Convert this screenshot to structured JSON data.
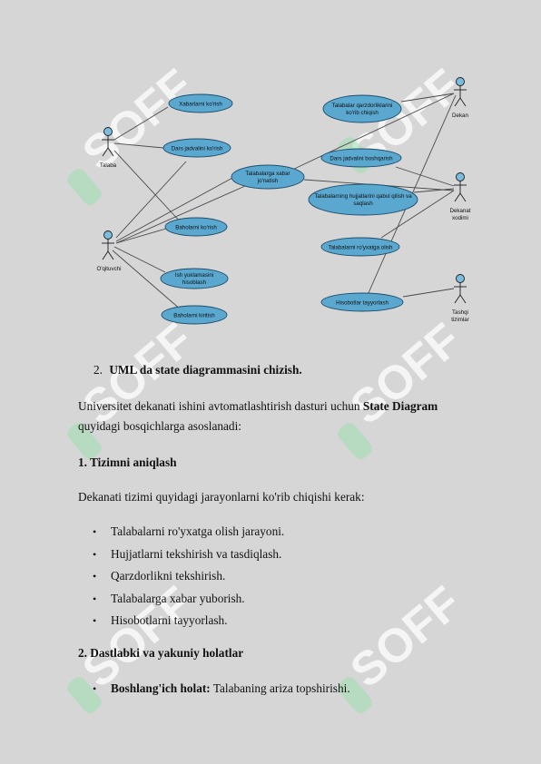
{
  "diagram": {
    "actors": {
      "talaba": "Talaba",
      "oqituvchi": "O'qituvchi",
      "dekan": "Dekan",
      "dekanat_xodimi_1": "Dekanat",
      "dekanat_xodimi_2": "xodimi",
      "tashqi_1": "Tashqi",
      "tashqi_2": "tizimlar"
    },
    "use_cases": {
      "xabarlarni": "Xabarlarni ko'rish",
      "dars_jadvali_korish": "Dars jadvalini ko'rish",
      "xabar_1": "Talabalarga xabar",
      "xabar_2": "jo'natish",
      "baholarni_korish": "Baholarni ko'rish",
      "ish_yuk_1": "Ish yuklamasini",
      "ish_yuk_2": "hisoblash",
      "baholarni_kiritish": "Baholarni kiritish",
      "qarz_1": "Talabalar qarzdorliklarini",
      "qarz_2": "ko'rib chiqish",
      "dars_jadvali_boshqarish": "Dars jadvalini boshqarish",
      "hujjat_1": "Talabalarning hujjatlarini qabul qilish va",
      "hujjat_2": "saqlash",
      "royxat": "Talabalarni ro'yxatga olish",
      "hisobot": "Hisobotlar tayyorlash"
    }
  },
  "section": {
    "number": "2.",
    "title": "UML da state diagrammasini chizish."
  },
  "intro": {
    "part1": "Universitet dekanati ishini avtomatlashtirish dasturi uchun ",
    "bold": "State Diagram",
    "part2": " quyidagi bosqichlarga asoslanadi:"
  },
  "heading1": "1. Tizimni aniqlash",
  "paragraph1": "Dekanati tizimi quyidagi jarayonlarni ko'rib chiqishi kerak:",
  "list1": [
    "Talabalarni ro'yxatga olish jarayoni.",
    "Hujjatlarni tekshirish va tasdiqlash.",
    "Qarzdorlikni tekshirish.",
    "Talabalarga xabar yuborish.",
    "Hisobotlarni tayyorlash."
  ],
  "heading2": "2. Dastlabki va yakuniy holatlar",
  "list2": {
    "label": "Boshlang'ich holat:",
    "text": " Talabaning ariza topshirishi."
  },
  "watermark_text": "SOFF",
  "colors": {
    "background": "#d6d6d6",
    "usecase": "#5aa7cf",
    "watermark": "#ffffff"
  }
}
